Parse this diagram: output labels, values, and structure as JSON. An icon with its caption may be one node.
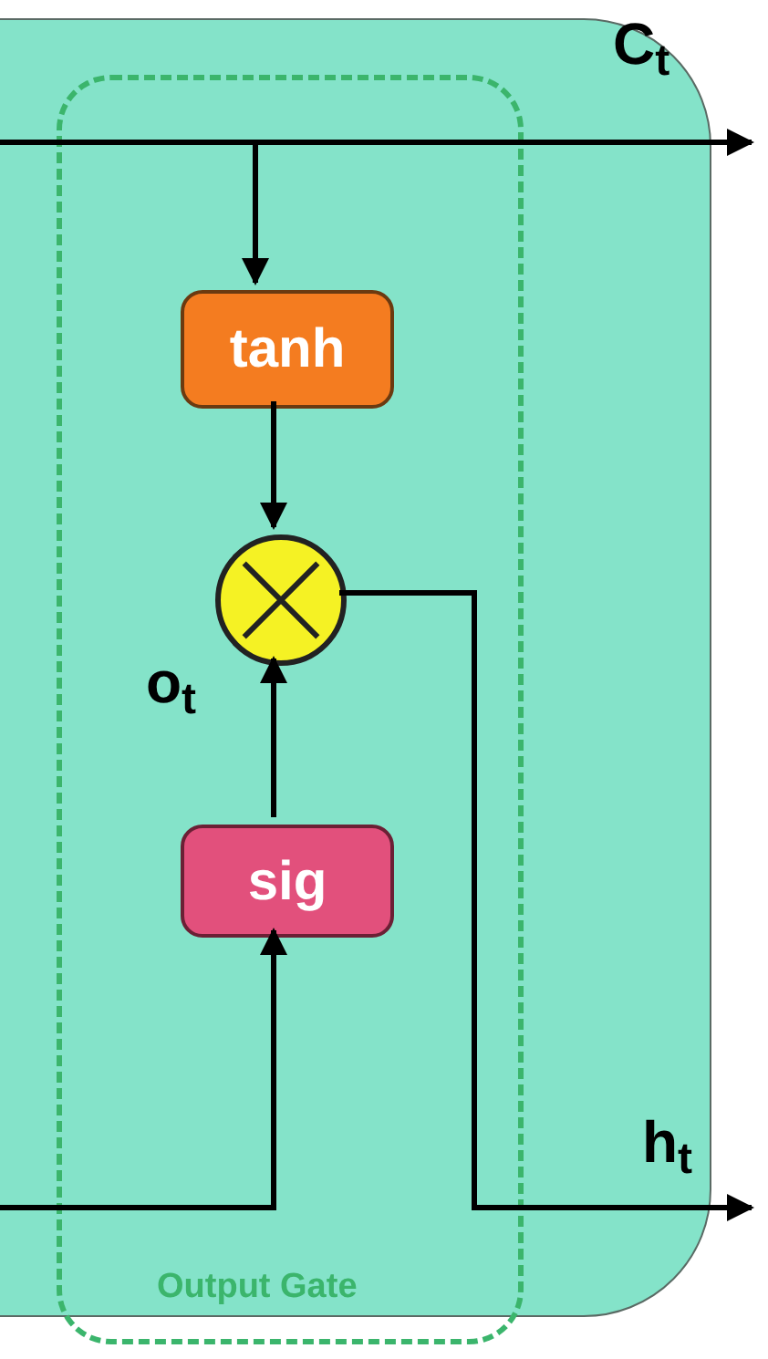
{
  "diagram": {
    "nodes": [
      {
        "text": [],
        "shape": "box"
      },
      {
        "text": [
          "Output Gate"
        ],
        "in": 0
      },
      {
        "text": [
          "tanh"
        ],
        "in": 1
      },
      {
        "text": [],
        "shape": "circle",
        "in": 1
      },
      {
        "text": [
          "sig"
        ],
        "in": 1
      }
    ],
    "edges": [
      {
        "from": 0,
        "to": null,
        "arrow": "to",
        "label": "C$_{t}$"
      },
      {
        "from": null,
        "to": 2,
        "arrow": "to"
      },
      {
        "from": 2,
        "to": 3,
        "arrow": "to"
      },
      {
        "from": 4,
        "to": 3,
        "arrow": "to",
        "label": "o$_{t}$"
      },
      {
        "from": null,
        "to": 4,
        "arrow": "to"
      },
      {
        "from": 3,
        "to": null,
        "arrow": "to",
        "label": "h$_{t}$"
      }
    ]
  }
}
